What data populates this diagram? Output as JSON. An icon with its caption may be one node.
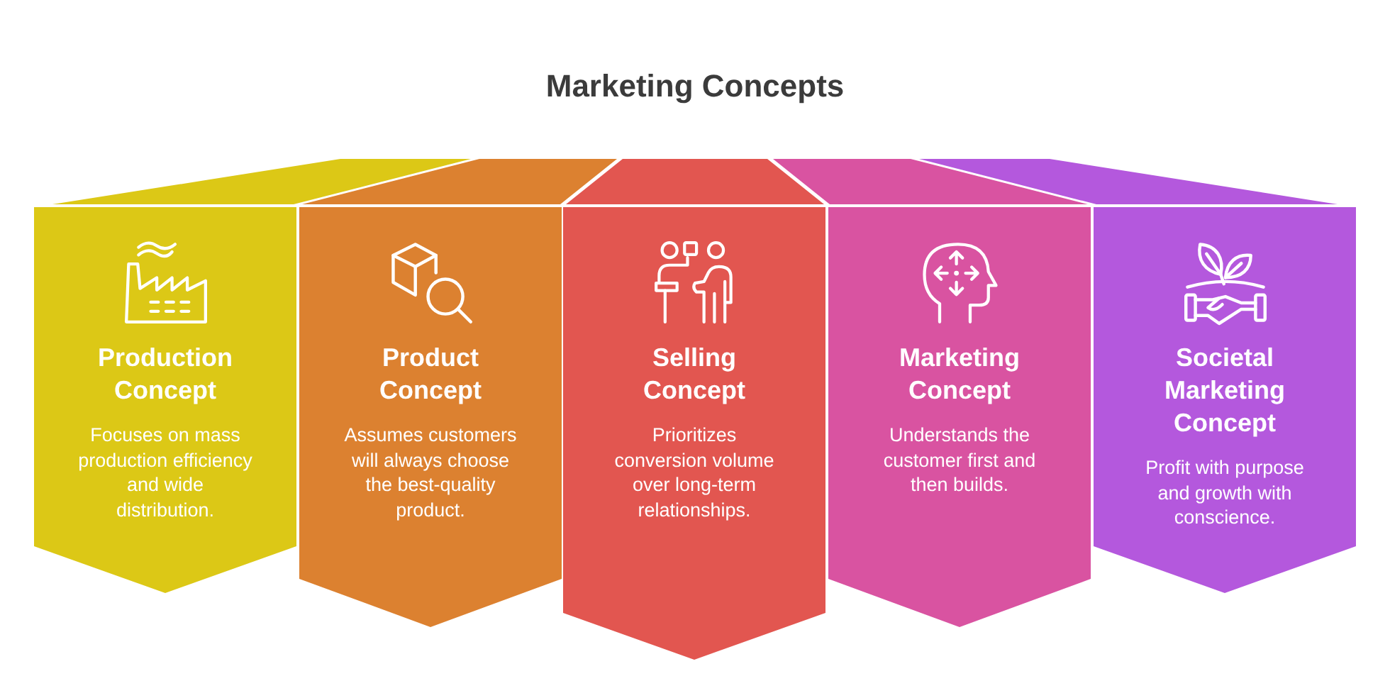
{
  "diagram": {
    "title": "Marketing Concepts",
    "nodes": [
      {
        "text": [
          "Production Concept",
          "Focuses on mass production efficiency and wide distribution."
        ]
      },
      {
        "text": [
          "Product Concept",
          "Assumes customers will always choose the best-quality product."
        ]
      },
      {
        "text": [
          "Selling Concept",
          "Prioritizes conversion volume over long-term relationships."
        ]
      },
      {
        "text": [
          "Marketing Concept",
          "Understands the customer first and then builds."
        ]
      },
      {
        "text": [
          "Societal Marketing Concept",
          "Profit with purpose and growth with conscience."
        ]
      }
    ]
  }
}
